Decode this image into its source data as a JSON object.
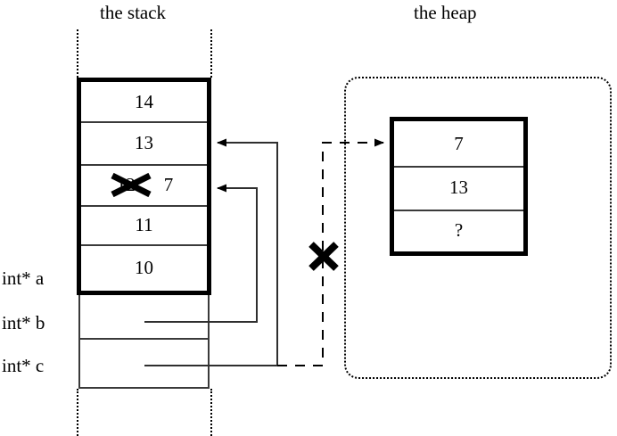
{
  "diagram": {
    "title_stack": "the stack",
    "title_heap": "the heap",
    "colors": {
      "ink": "#000000",
      "rule": "#3a3a3a",
      "background": "#ffffff"
    }
  },
  "stack": {
    "label": "the stack",
    "live_cells": [
      {
        "value": "14"
      },
      {
        "value": "13"
      },
      {
        "value": "12",
        "struck": true,
        "replacement": "7"
      },
      {
        "value": "11"
      },
      {
        "value": "10"
      }
    ],
    "dead_cells": [
      {
        "value": ""
      },
      {
        "value": ""
      }
    ]
  },
  "heap": {
    "label": "the heap",
    "block_cells": [
      {
        "value": "7"
      },
      {
        "value": "13"
      },
      {
        "value": "?"
      }
    ]
  },
  "variables": [
    {
      "name": "int* a",
      "id": "a"
    },
    {
      "name": "int* b",
      "id": "b"
    },
    {
      "name": "int* c",
      "id": "c"
    }
  ],
  "struck_cell": {
    "old_value": "12",
    "new_value": "7"
  },
  "annotations": {
    "invalid_pointer_mark": "X",
    "invalid_pointer_meaning": "dangling pointer crossed out"
  }
}
